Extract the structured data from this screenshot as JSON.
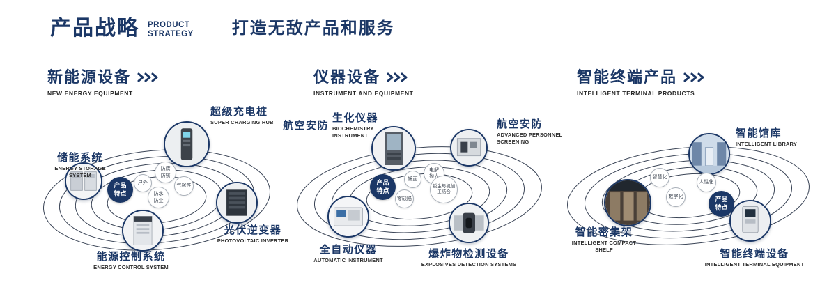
{
  "header": {
    "title": "产品战略",
    "subtitle_lines": {
      "line1": "PRODUCT",
      "line2": "STRATEGY"
    },
    "tagline": "打造无敌产品和服务"
  },
  "badge_label": "产品特点",
  "colors": {
    "brand_navy": "#1b3766",
    "orbit_line": "#3a4456",
    "text_dark": "#262626"
  },
  "sections": {
    "new_energy": {
      "title": "新能源设备",
      "subtitle": "NEW ENERGY EQUIPMENT",
      "products": {
        "storage": {
          "name": "储能系统",
          "en1": "ENERGY STORAGE",
          "en2": "SYSTEM"
        },
        "charger": {
          "name": "超级充电桩",
          "en1": "SUPER CHARGING HUB"
        },
        "inverter": {
          "name": "光伏逆变器",
          "en1": "PHOTOVOLTAIC INVERTER"
        },
        "control": {
          "name": "能源控制系统",
          "en1": "ENERGY CONTROL SYSTEM"
        }
      },
      "features": {
        "f1": "户外",
        "f2": "防腐防锈",
        "f3": "气密性",
        "f4": "防水防尘"
      }
    },
    "instrument": {
      "title": "仪器设备",
      "subtitle": "INSTRUMENT AND EQUIPMENT",
      "floating_label": "航空安防",
      "products": {
        "biochem": {
          "name": "生化仪器",
          "en1": "BIOCHEMISTRY",
          "en2": "INSTRUMENT"
        },
        "screening": {
          "name": "航空安防",
          "en1": "ADVANCED PERSONNEL",
          "en2": "SCREENING"
        },
        "automatic": {
          "name": "全自动仪器",
          "en1": "AUTOMATIC INSTRUMENT"
        },
        "explosives": {
          "name": "爆炸物检测设备",
          "en1": "EXPLOSIVES DETECTION SYSTEMS"
        }
      },
      "features": {
        "f1": "镜面",
        "f2": "电解抛光",
        "f3": "零缺陷",
        "f4": "钣金与机加工结合"
      }
    },
    "terminal": {
      "title": "智能终端产品",
      "subtitle": "INTELLIGENT TERMINAL PRODUCTS",
      "products": {
        "library": {
          "name": "智能馆库",
          "en1": "INTELLIGENT LIBRARY"
        },
        "shelf": {
          "name": "智能密集架",
          "en1": "INTELLIGENT COMPACT",
          "en2": "SHELF"
        },
        "terminal": {
          "name": "智能终端设备",
          "en1": "INTELLIGENT TERMINAL EQUIPMENT"
        }
      },
      "features": {
        "f1": "智慧化",
        "f2": "人性化",
        "f3": "数字化"
      }
    }
  }
}
